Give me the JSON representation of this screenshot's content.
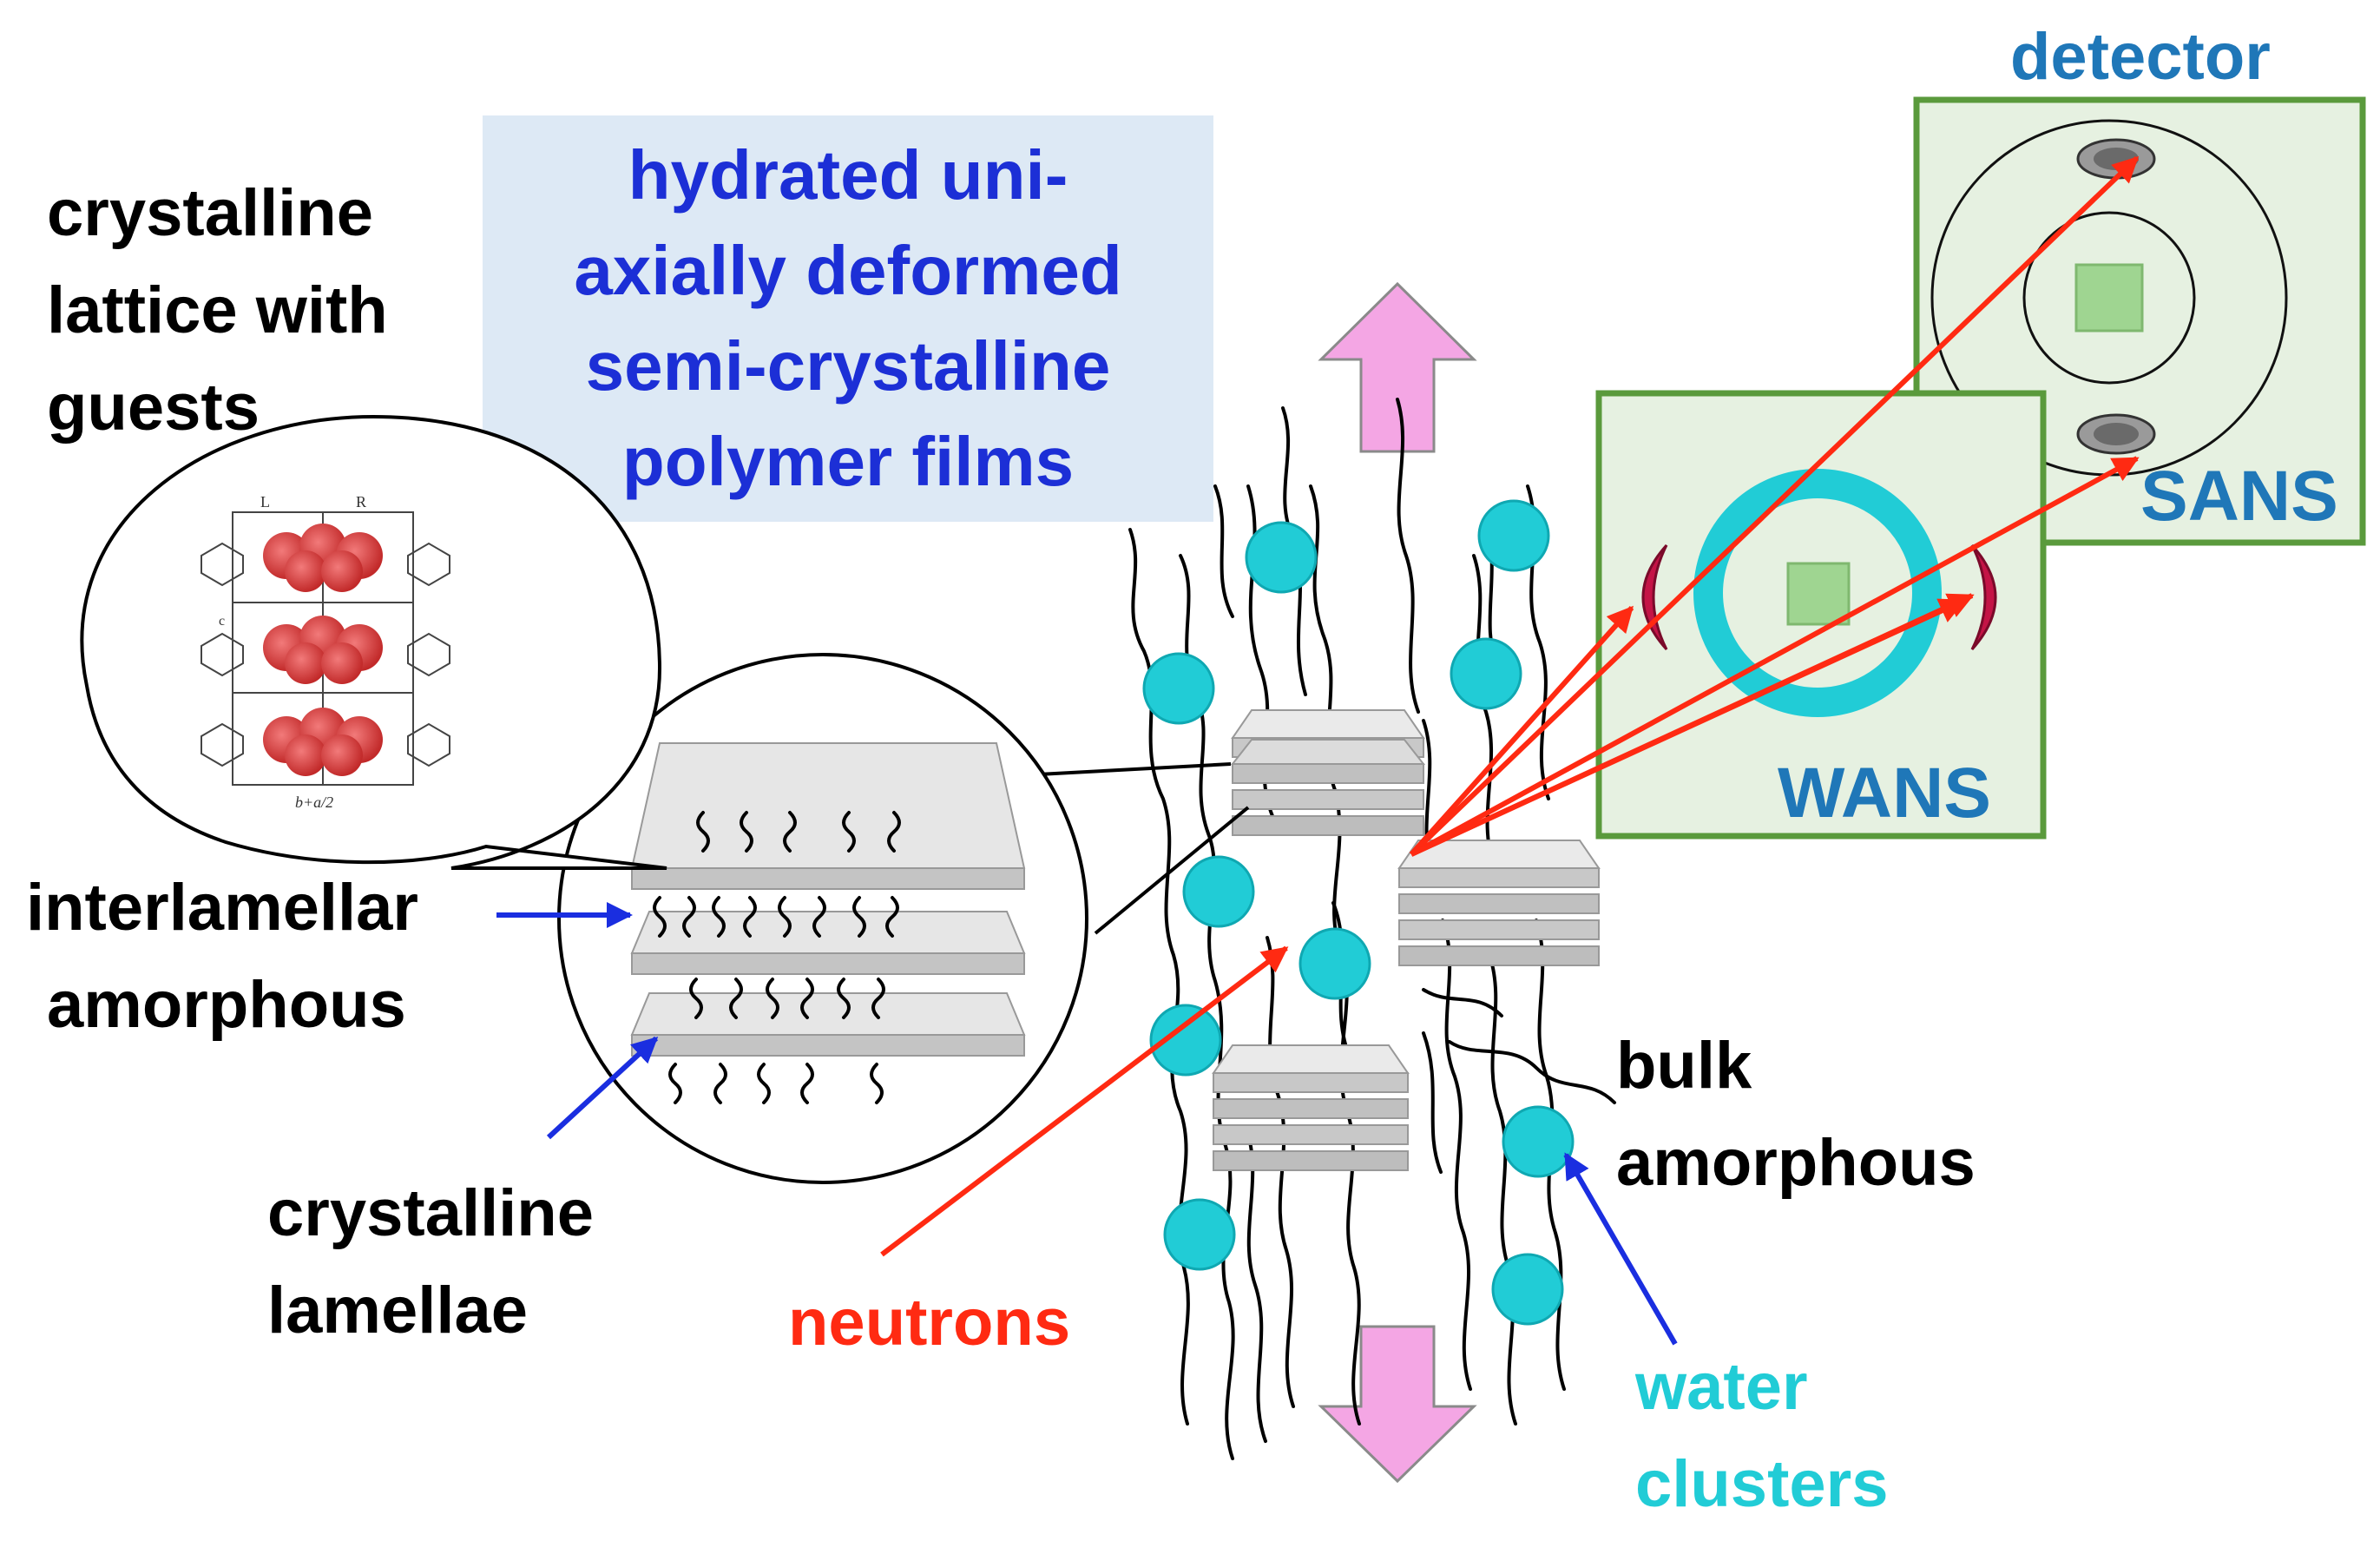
{
  "title": {
    "lines": [
      "hydrated uni-",
      "axially deformed",
      "semi-crystalline",
      "polymer films"
    ]
  },
  "labels": {
    "crystalline_lattice": [
      "crystalline",
      "lattice with",
      "guests"
    ],
    "interlamellar": [
      "interlamellar",
      "amorphous"
    ],
    "crystalline_lamellae": [
      "crystalline",
      "lamellae"
    ],
    "neutrons": "neutrons",
    "bulk_amorphous": [
      "bulk",
      "amorphous"
    ],
    "water_clusters": [
      "water",
      "clusters"
    ],
    "detector": "detector",
    "sans": "SANS",
    "wans": "WANS"
  },
  "lattice_inset": {
    "top_labels": [
      "L",
      "R"
    ],
    "side_label": "c",
    "axis_label": "b+a/2"
  },
  "colors": {
    "title_text": "#1c2fd6",
    "title_bg": "#dde9f5",
    "neutron_red": "#ff2a12",
    "pointer_blue": "#1a2ee0",
    "water_cyan": "#21ccd6",
    "detector_label": "#1f77b8",
    "detector_border": "#5a9a3c",
    "detector_fill": "#e6f1e1",
    "stretch_arrow_pink": "#f4a6e4",
    "wans_peak": "#c41446"
  }
}
